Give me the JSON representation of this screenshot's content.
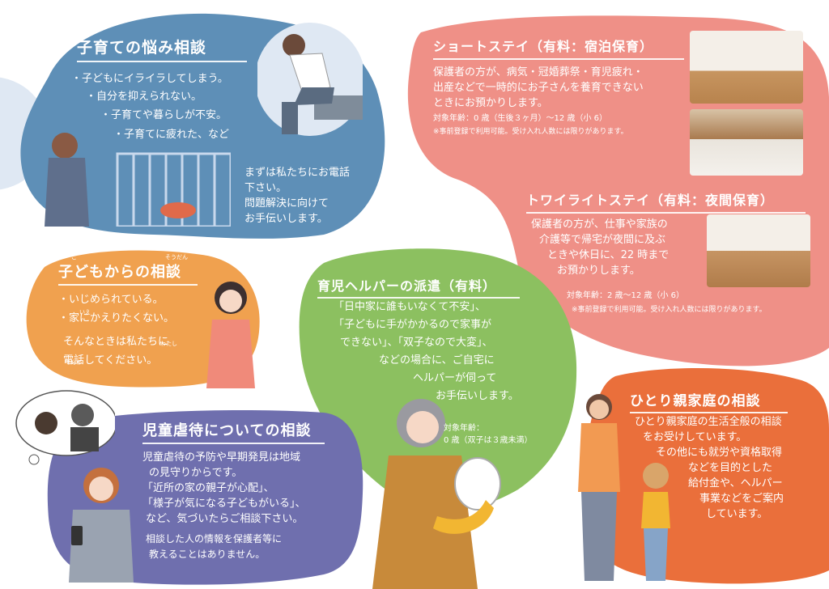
{
  "colors": {
    "blue": "#5e8fb7",
    "salmon": "#ef9087",
    "orange": "#f0a14f",
    "green": "#8cc060",
    "purple": "#6f6fae",
    "redorange": "#ea6f3b",
    "pale": "#dfe8f3"
  },
  "parenting": {
    "title": "子育ての悩み相談",
    "items": [
      "・子どもにイライラしてしまう。",
      "・自分を抑えられない。",
      "・子育てや暮らしが不安。",
      "・子育てに疲れた、など"
    ],
    "note": [
      "まずは私たちにお電話",
      "下さい。",
      "問題解決に向けて",
      "お手伝いします。"
    ]
  },
  "short_stay": {
    "title": "ショートステイ（有料：宿泊保育）",
    "body": [
      "保護者の方が、病気・冠婚葬祭・育児疲れ・",
      "出産などで一時的にお子さんを養育できない",
      "ときにお預かりします。"
    ],
    "age": "対象年齢：0 歳（生後３ヶ月）～12 歳（小 6）",
    "note": "※事前登録で利用可能。受け入れ人数には限りがあります。"
  },
  "twilight_stay": {
    "title": "トワイライトステイ（有料：夜間保育）",
    "body": [
      "保護者の方が、仕事や家族の",
      "介護等で帰宅が夜間に及ぶ",
      "ときや休日に、22 時まで",
      "お預かりします。"
    ],
    "age": "対象年齢：2 歳～12 歳（小 6）",
    "note": "※事前登録で利用可能。受け入れ人数には限りがあります。"
  },
  "children": {
    "title": "子どもからの相談",
    "ruby_left": "ご",
    "ruby_right": "そうだん",
    "items": [
      "・いじめられている。",
      "・家にかえりたくない。"
    ],
    "note": [
      "そんなときは私たちに",
      "電話してください。"
    ],
    "ruby_small": [
      "いえ",
      "わたし",
      "でんわ"
    ]
  },
  "helper": {
    "title": "育児ヘルパーの派遣（有料）",
    "body": [
      "「日中家に誰もいなくて不安」、",
      "「子どもに手がかかるので家事が",
      "できない」、「双子なので大変」、",
      "などの場合に、ご自宅に",
      "ヘルパーが伺って",
      "お手伝いします。"
    ],
    "age_label": "対象年齢：",
    "age_value": "0 歳（双子は３歳未満）"
  },
  "single_parent": {
    "title": "ひとり親家庭の相談",
    "body": [
      "ひとり親家庭の生活全般の相談",
      "をお受けしています。",
      "その他にも就労や資格取得",
      "などを目的とした",
      "給付金や、ヘルパー",
      "事業などをご案内",
      "しています。"
    ]
  },
  "abuse": {
    "title": "児童虐待についての相談",
    "body": [
      "児童虐待の予防や早期発見は地域",
      "の見守りからです。",
      "「近所の家の親子が心配」、",
      "「様子が気になる子どもがいる」、",
      "など、気づいたらご相談下さい。"
    ],
    "note": [
      "相談した人の情報を保護者等に",
      "教えることはありません。"
    ]
  }
}
